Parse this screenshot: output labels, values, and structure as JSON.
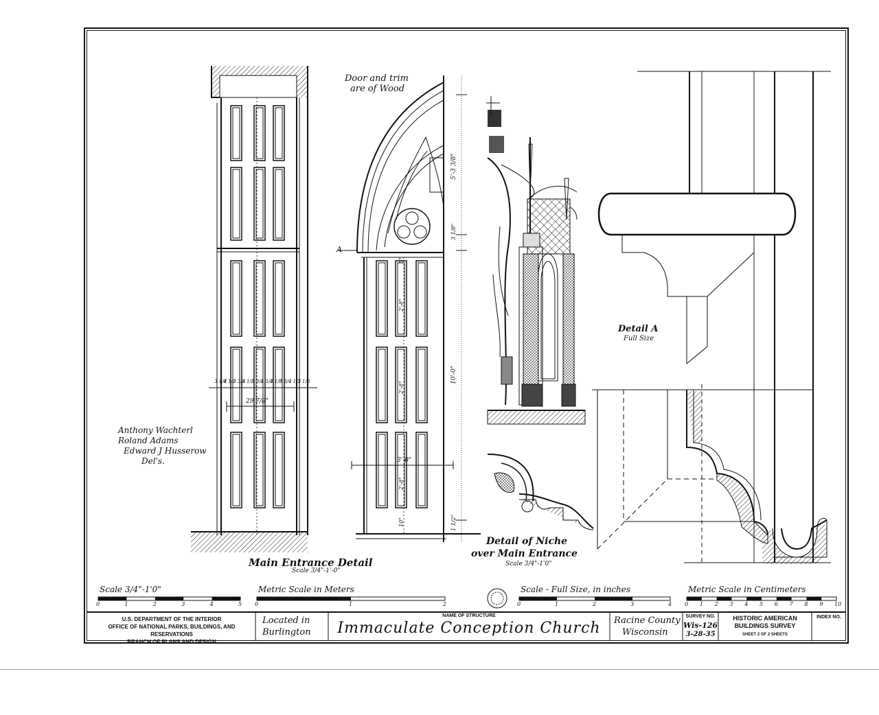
{
  "notes": {
    "material": [
      "Door and trim",
      "are of Wood"
    ],
    "delineators": [
      "Anthony Wachterl",
      "Roland Adams",
      "Edward J Husserow",
      "Del's."
    ]
  },
  "views": {
    "main_entrance": {
      "title": "Main Entrance Detail",
      "scale": "Scale 3/4\"-1'-0\""
    },
    "niche": {
      "title": [
        "Detail of Niche",
        "over Main Entrance"
      ],
      "scale": "Scale 3/4\"-1'0\""
    },
    "detail_a": {
      "title": "Detail A",
      "scale": "Full Size",
      "marker": "A"
    }
  },
  "dimensions": {
    "door_width": "29 7/8\"",
    "arch_width": "3'-0\"",
    "heights": [
      "5'-3 3/8\"",
      "3 1/8\"",
      "10'-0\"",
      "1 1/2\""
    ],
    "panels": [
      "5\"",
      "2'-8\"",
      "2'-8\"",
      "2'-8\"",
      "10\""
    ],
    "rail": [
      "3 1/8",
      "4 1/2",
      "3 3/4",
      "3 1/8",
      "3 3/4",
      "3 3/4",
      "3 1/8",
      "3 3/4",
      "4 1/2",
      "3 1/8"
    ]
  },
  "scale_bars": [
    {
      "title": "Scale 3/4\"-1'0\"",
      "ticks": [
        "0",
        "1",
        "2",
        "3",
        "4",
        "5"
      ]
    },
    {
      "title": "Metric Scale in Meters",
      "ticks": [
        "0",
        "1",
        "2"
      ]
    },
    {
      "title": "Scale - Full Size, in inches",
      "ticks": [
        "0",
        "1",
        "2",
        "3",
        "4"
      ]
    },
    {
      "title": "Metric Scale in Centimeters",
      "ticks": [
        "0",
        "1",
        "2",
        "3",
        "4",
        "5",
        "6",
        "7",
        "8",
        "9",
        "10"
      ]
    }
  ],
  "title_block": {
    "agency": [
      "U.S. DEPARTMENT OF THE INTERIOR",
      "OFFICE OF NATIONAL PARKS, BUILDINGS, AND RESERVATIONS",
      "BRANCH OF PLANS AND DESIGN"
    ],
    "location": [
      "Located in",
      "Burlington"
    ],
    "name_label": "NAME OF STRUCTURE",
    "name": "Immaculate Conception Church",
    "county": [
      "Racine County",
      "Wisconsin"
    ],
    "survey_label": "SURVEY NO.",
    "survey_no": "Wis-126",
    "survey_date": "3-28-35",
    "program": [
      "HISTORIC AMERICAN",
      "BUILDINGS SURVEY"
    ],
    "sheet": "SHEET 2 OF 2 SHEETS",
    "index_label": "INDEX NO."
  }
}
